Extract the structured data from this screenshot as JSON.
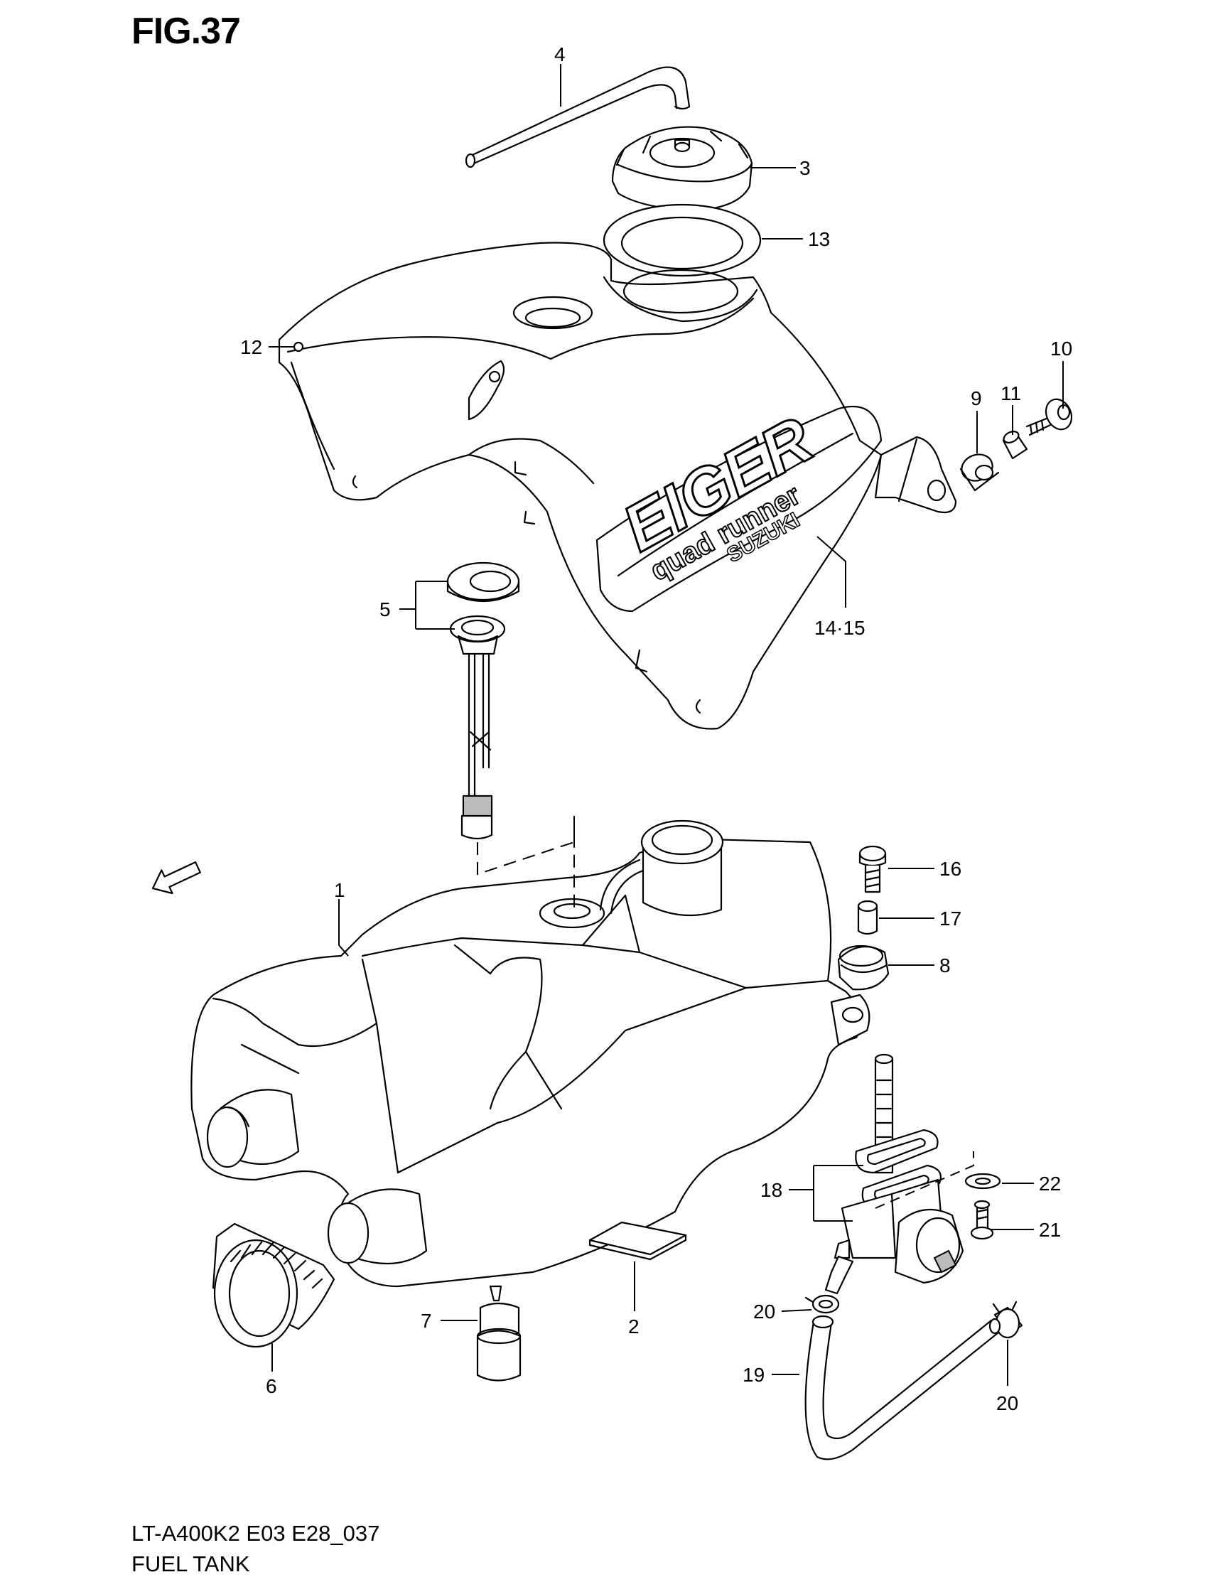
{
  "figure": {
    "title": "FIG.37"
  },
  "footer": {
    "model_code": "LT-A400K2 E03 E28_037",
    "name": "FUEL TANK"
  },
  "badges": {
    "fwd": "FWD"
  },
  "decal_text": {
    "brand_large": "EIGER",
    "brand_small": "quad runner",
    "maker": "SUZUKI"
  },
  "callouts": [
    {
      "id": "c1",
      "label": "1"
    },
    {
      "id": "c2",
      "label": "2"
    },
    {
      "id": "c3",
      "label": "3"
    },
    {
      "id": "c4",
      "label": "4"
    },
    {
      "id": "c5",
      "label": "5"
    },
    {
      "id": "c6",
      "label": "6"
    },
    {
      "id": "c7",
      "label": "7"
    },
    {
      "id": "c8",
      "label": "8"
    },
    {
      "id": "c9",
      "label": "9"
    },
    {
      "id": "c10",
      "label": "10"
    },
    {
      "id": "c11",
      "label": "11"
    },
    {
      "id": "c12",
      "label": "12"
    },
    {
      "id": "c13",
      "label": "13"
    },
    {
      "id": "c14",
      "label": "14·15"
    },
    {
      "id": "c16",
      "label": "16"
    },
    {
      "id": "c17",
      "label": "17"
    },
    {
      "id": "c18",
      "label": "18"
    },
    {
      "id": "c19",
      "label": "19"
    },
    {
      "id": "c20a",
      "label": "20"
    },
    {
      "id": "c20b",
      "label": "20"
    },
    {
      "id": "c21",
      "label": "21"
    },
    {
      "id": "c22",
      "label": "22"
    }
  ]
}
